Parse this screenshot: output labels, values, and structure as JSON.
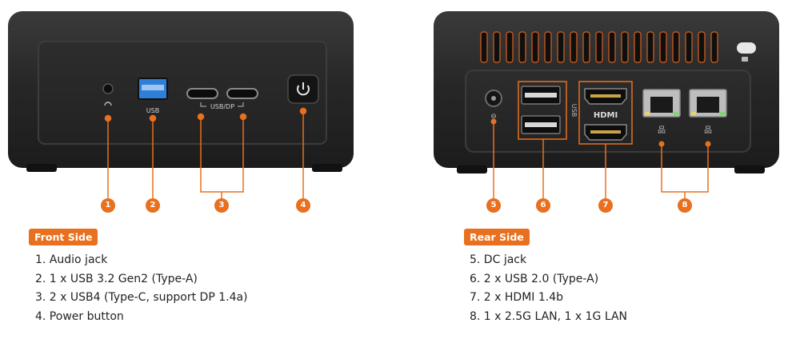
{
  "front": {
    "badge": "Front Side",
    "port_labels": {
      "usb": "USB",
      "usbdp": "USB/DP"
    },
    "callouts": [
      "1",
      "2",
      "3",
      "4"
    ],
    "items": [
      "1. Audio jack",
      "2. 1 x USB 3.2 Gen2 (Type-A)",
      "3. 2 x USB4 (Type-C, support DP 1.4a)",
      "4. Power button"
    ]
  },
  "rear": {
    "badge": "Rear Side",
    "port_labels": {
      "usb": "USB",
      "hdmi": "HDMI"
    },
    "callouts": [
      "5",
      "6",
      "7",
      "8"
    ],
    "items": [
      "5. DC jack",
      "6. 2 x USB 2.0 (Type-A)",
      "7. 2 x HDMI 1.4b",
      "8. 1 x 2.5G LAN, 1 x 1G LAN"
    ]
  },
  "colors": {
    "accent": "#e8701e",
    "usb_blue": "#2f7fd8",
    "chassis": "#262626"
  }
}
